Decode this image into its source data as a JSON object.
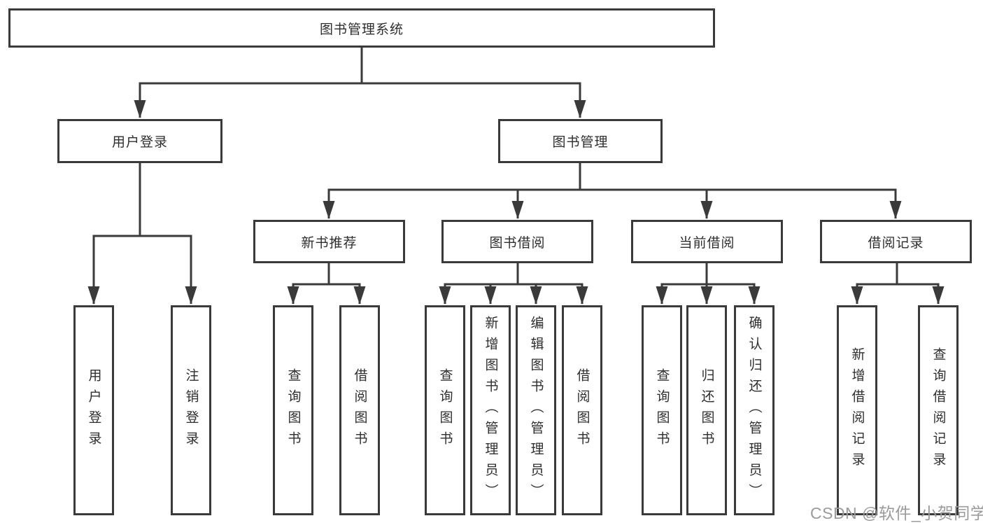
{
  "diagram": {
    "root": {
      "label": "图书管理系统"
    },
    "level2": {
      "user_login": {
        "label": "用户登录"
      },
      "book_mgmt": {
        "label": "图书管理"
      }
    },
    "level3": {
      "new_book_rec": {
        "label": "新书推荐"
      },
      "book_borrow": {
        "label": "图书借阅"
      },
      "current_borrow": {
        "label": "当前借阅"
      },
      "borrow_records": {
        "label": "借阅记录"
      }
    },
    "leaves": {
      "user_login": [
        {
          "label": "用户登录"
        },
        {
          "label": "注销登录"
        }
      ],
      "new_book_rec": [
        {
          "label": "查询图书"
        },
        {
          "label": "借阅图书"
        }
      ],
      "book_borrow": [
        {
          "label": "查询图书"
        },
        {
          "label": "新增图书（管理员）"
        },
        {
          "label": "编辑图书（管理员）"
        },
        {
          "label": "借阅图书"
        }
      ],
      "current_borrow": [
        {
          "label": "查询图书"
        },
        {
          "label": "归还图书"
        },
        {
          "label": "确认归还（管理员）"
        }
      ],
      "borrow_records": [
        {
          "label": "新增借阅记录"
        },
        {
          "label": "查询借阅记录"
        }
      ]
    }
  },
  "watermark": {
    "text": "CSDN @软件_小贺同学"
  },
  "colors": {
    "line": "#3a3a3a",
    "text": "#2e2e2e",
    "background": "#ffffff",
    "watermark": "#9b9b9b"
  }
}
